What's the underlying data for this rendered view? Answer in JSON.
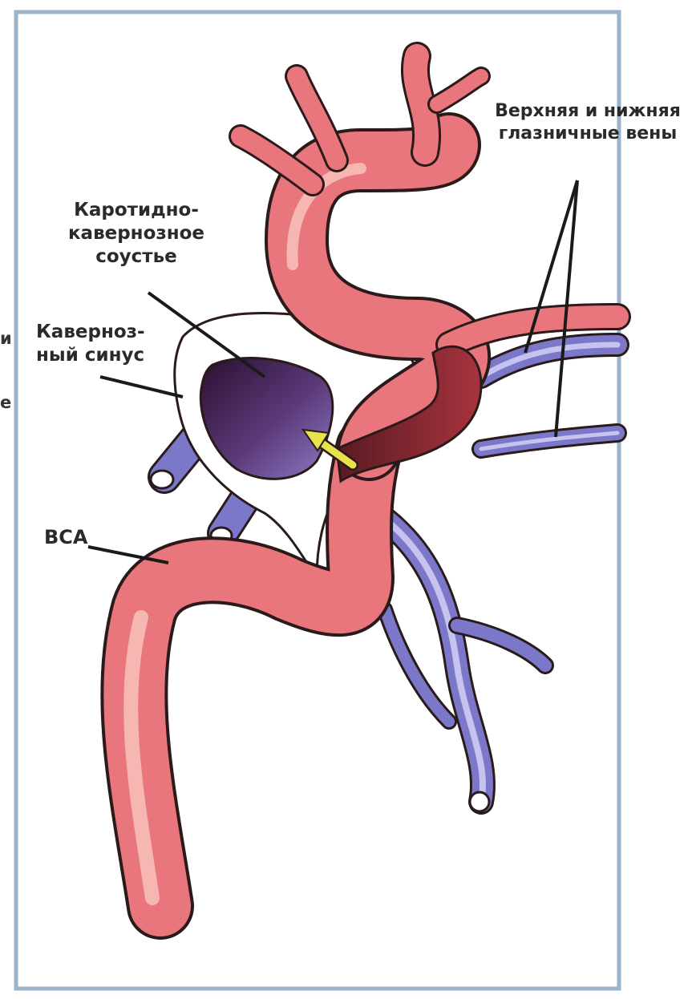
{
  "labels": {
    "ophthalmic_veins": {
      "line1": "Верхняя и нижняя",
      "line2": "глазничные вены"
    },
    "fistula": {
      "line1": "Каротидно-",
      "line2": "кавернозное",
      "line3": "соустье"
    },
    "cavernous_sinus": {
      "line1": "Каверноз-",
      "line2": "ный синус"
    },
    "ica": "ВСА",
    "edge_fragments": {
      "top": "и",
      "bottom": "е"
    }
  },
  "colors": {
    "artery": "#e9767c",
    "artery_light": "#f6b6b2",
    "vein": "#7b78c9",
    "vein_light": "#c6c3ee",
    "sinus_dark": "#3b1840",
    "frame": "#9ab3c9",
    "marker_arrow": "#e8e34a",
    "outline": "#2a1a1a"
  },
  "icons": [
    "fistula-arrow-icon"
  ]
}
